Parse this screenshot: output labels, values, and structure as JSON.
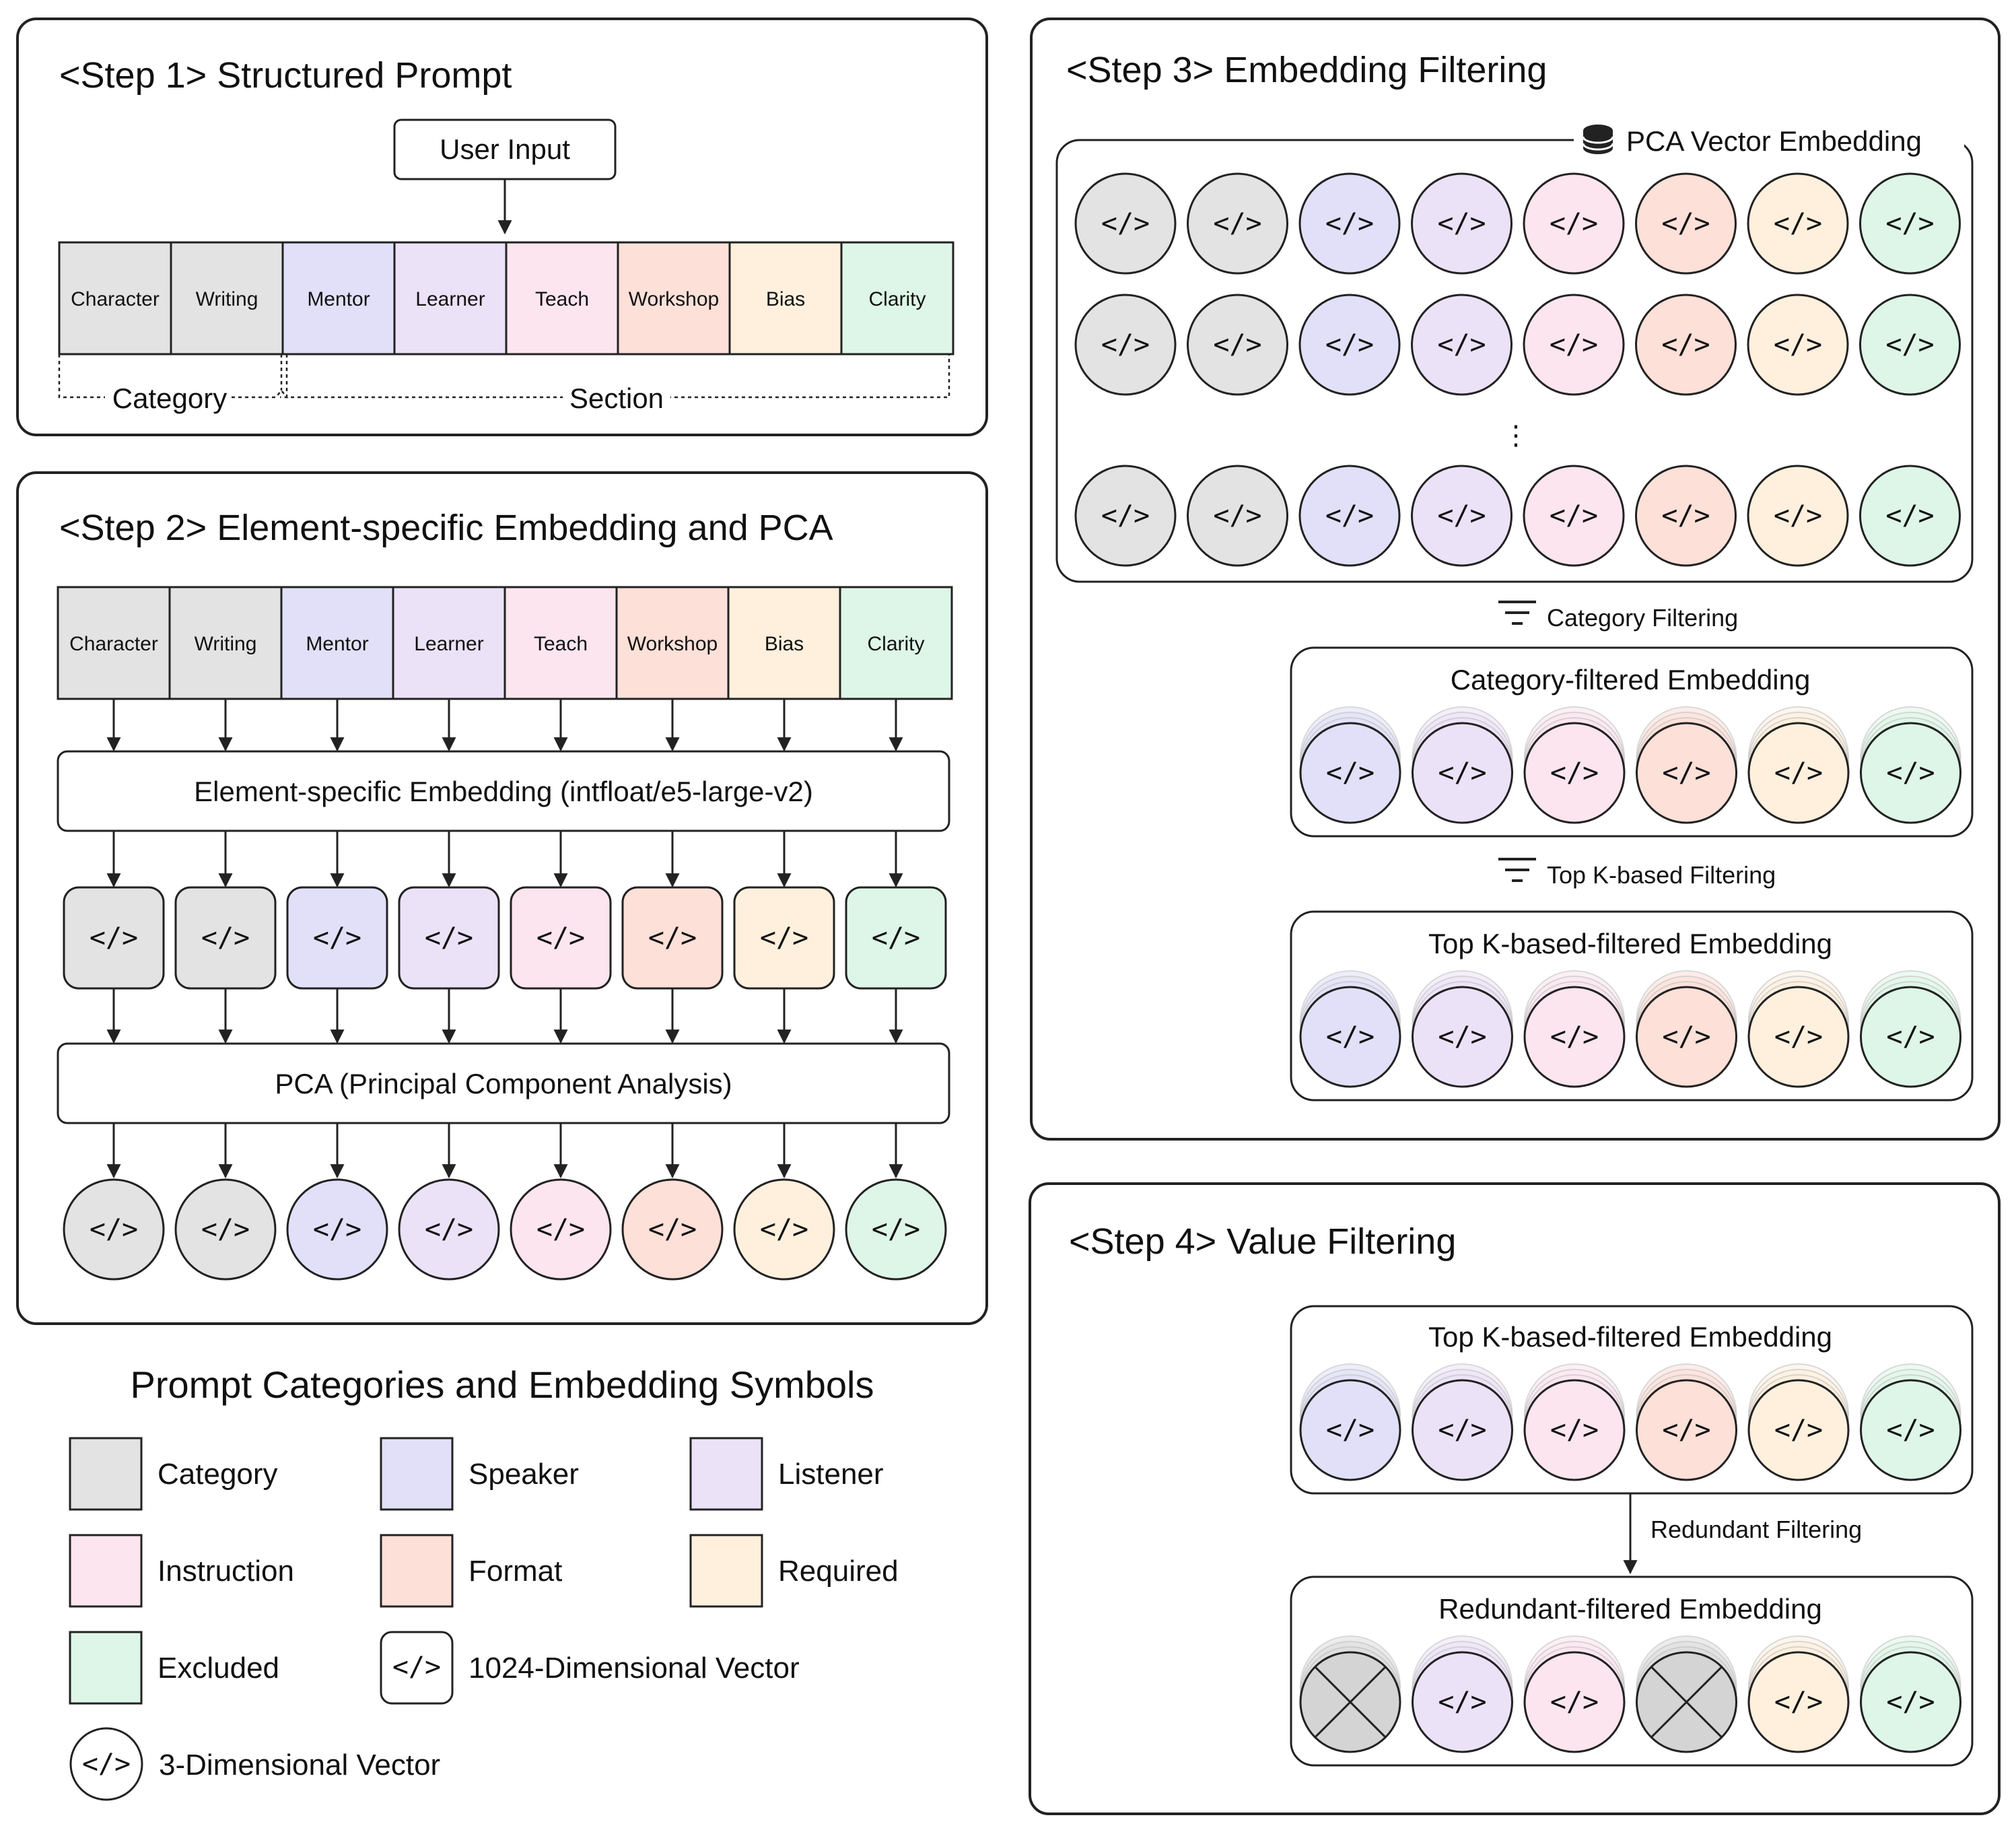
{
  "colors": {
    "category": "#e3e3e3",
    "speaker": "#e1e0f8",
    "listener": "#ece2f8",
    "instruction": "#fce5ee",
    "format": "#fde0d8",
    "required": "#fef0dd",
    "excluded": "#def6e7",
    "stroke": "#222222"
  },
  "elements": [
    {
      "label": "Character",
      "color_key": "category"
    },
    {
      "label": "Writing",
      "color_key": "category"
    },
    {
      "label": "Mentor",
      "color_key": "speaker"
    },
    {
      "label": "Learner",
      "color_key": "listener"
    },
    {
      "label": "Teach",
      "color_key": "instruction"
    },
    {
      "label": "Workshop",
      "color_key": "format"
    },
    {
      "label": "Bias",
      "color_key": "required"
    },
    {
      "label": "Clarity",
      "color_key": "excluded"
    }
  ],
  "vector_glyph": "</>",
  "step1": {
    "title": "<Step 1> Structured Prompt",
    "user_input": "User Input",
    "category_label": "Category",
    "section_label": "Section"
  },
  "step2": {
    "title": "<Step 2> Element-specific Embedding and PCA",
    "embedding_label": "Element-specific Embedding (intfloat/e5-large-v2)",
    "pca_label": "PCA (Principal Component Analysis)"
  },
  "step3": {
    "title": "<Step 3> Embedding Filtering",
    "db_label": "PCA Vector Embedding",
    "db_icon": "database-icon",
    "category_filter_label": "Category Filtering",
    "category_box_title": "Category-filtered Embedding",
    "topk_filter_label": "Top K-based Filtering",
    "topk_box_title": "Top K-based-filtered Embedding",
    "filter_icon": "filter-icon"
  },
  "step4": {
    "title": "<Step 4> Value Filtering",
    "topk_box_title": "Top K-based-filtered Embedding",
    "redundant_label": "Redundant Filtering",
    "redundant_box_title": "Redundant-filtered Embedding",
    "excluded_positions": [
      1,
      4
    ]
  },
  "legend": {
    "title": "Prompt Categories and Embedding Symbols",
    "items": [
      {
        "label": "Category",
        "color_key": "category"
      },
      {
        "label": "Speaker",
        "color_key": "speaker"
      },
      {
        "label": "Listener",
        "color_key": "listener"
      },
      {
        "label": "Instruction",
        "color_key": "instruction"
      },
      {
        "label": "Format",
        "color_key": "format"
      },
      {
        "label": "Required",
        "color_key": "required"
      },
      {
        "label": "Excluded",
        "color_key": "excluded"
      }
    ],
    "vector_1024_label": "1024-Dimensional Vector",
    "vector_3_label": "3-Dimensional Vector"
  }
}
